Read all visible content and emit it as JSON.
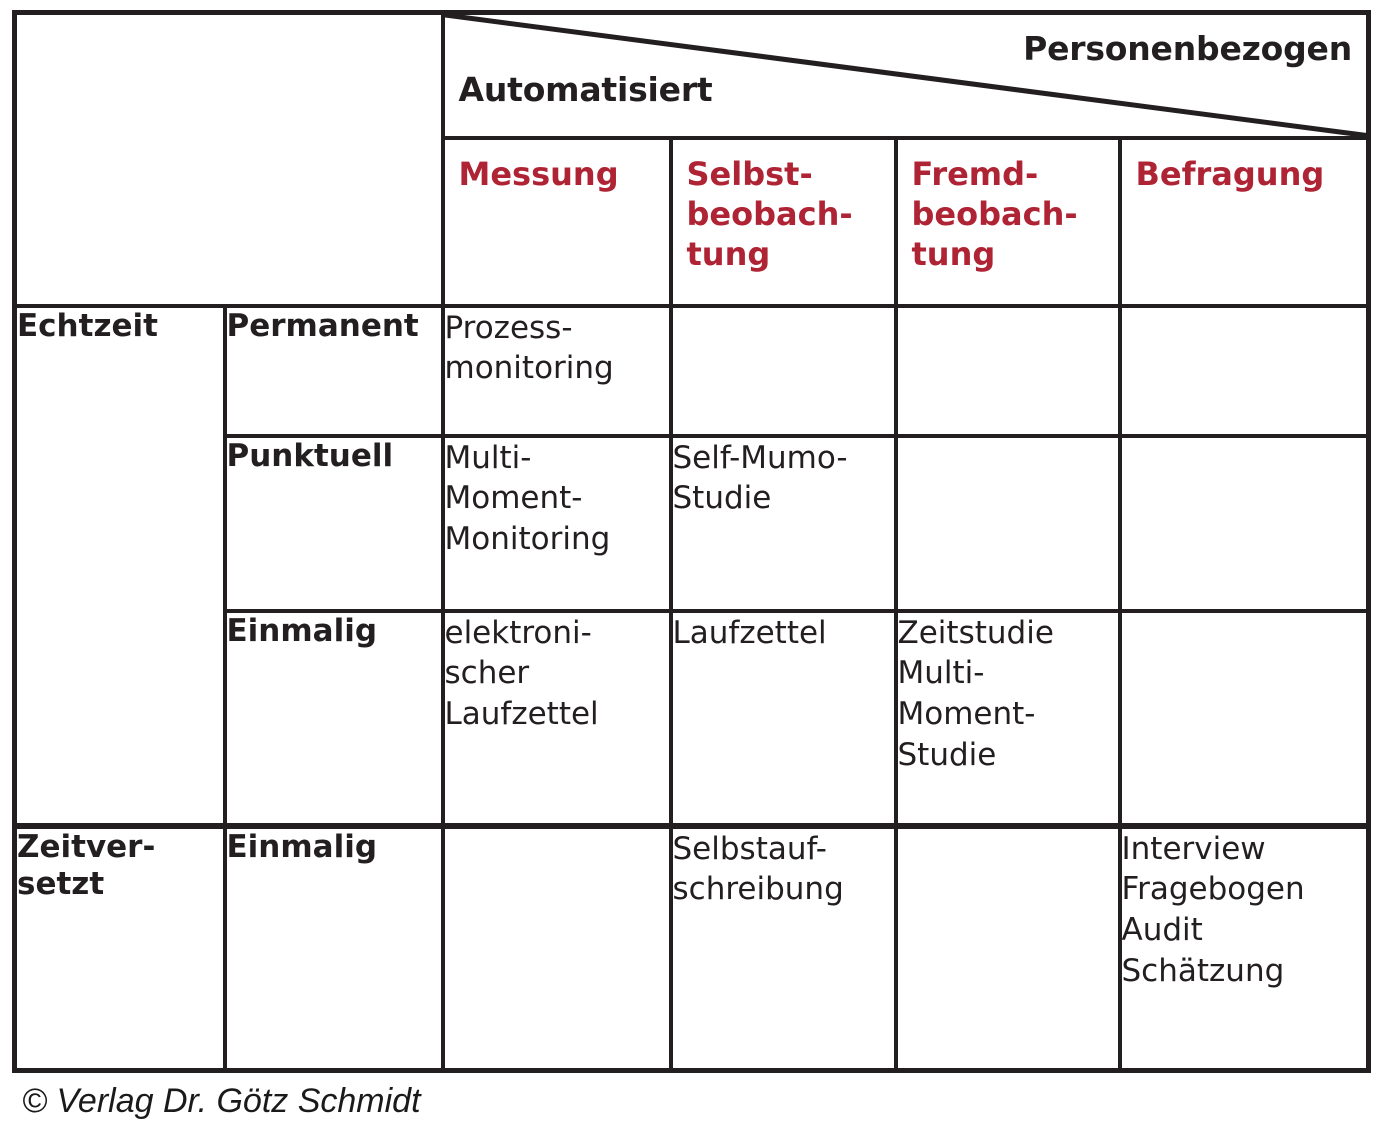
{
  "matrix": {
    "corner_header": {
      "axis_rows_label": "Automatisiert",
      "axis_cols_label": "Personenbezogen"
    },
    "accent_color": "#AF2434",
    "text_color": "#231f20",
    "columns": [
      {
        "key": "messung",
        "label": "Messung"
      },
      {
        "key": "selbstbeobachtung",
        "label": "Selbst-\nbeobach-\ntung"
      },
      {
        "key": "fremdbeobachtung",
        "label": "Fremd-\nbeobach-\ntung"
      },
      {
        "key": "befragung",
        "label": "Befragung"
      }
    ],
    "column_labels_lines": {
      "messung": [
        "Messung"
      ],
      "selbstbeobachtung": [
        "Selbst-",
        "beobach-",
        "tung"
      ],
      "fremdbeobachtung": [
        "Fremd-",
        "beobach-",
        "tung"
      ],
      "befragung": [
        "Befragung"
      ]
    },
    "row_groups": [
      {
        "key": "echtzeit",
        "label": "Echtzeit",
        "label_lines": [
          "Echtzeit"
        ],
        "rowspan": 3
      },
      {
        "key": "zeitversetzt",
        "label": "Zeitversetzt",
        "label_lines": [
          "Zeitver-",
          "setzt"
        ],
        "rowspan": 1
      }
    ],
    "rows": [
      {
        "group": "echtzeit",
        "subgroup": "Permanent",
        "cells": {
          "messung": [
            "Prozess-",
            "monitoring"
          ],
          "selbstbeobachtung": [],
          "fremdbeobachtung": [],
          "befragung": []
        }
      },
      {
        "group": "echtzeit",
        "subgroup": "Punktuell",
        "cells": {
          "messung": [
            "Multi-",
            "Moment-",
            "Monitoring"
          ],
          "selbstbeobachtung": [
            "Self-Mumo-",
            "Studie"
          ],
          "fremdbeobachtung": [],
          "befragung": []
        }
      },
      {
        "group": "echtzeit",
        "subgroup": "Einmalig",
        "cells": {
          "messung": [
            "elektroni-",
            "scher",
            "Laufzettel"
          ],
          "selbstbeobachtung": [
            "Laufzettel"
          ],
          "fremdbeobachtung": [
            "Zeitstudie",
            "Multi-",
            "Moment-",
            "Studie"
          ],
          "befragung": []
        }
      },
      {
        "group": "zeitversetzt",
        "subgroup": "Einmalig",
        "cells": {
          "messung": [],
          "selbstbeobachtung": [
            "Selbstauf-",
            "schreibung"
          ],
          "fremdbeobachtung": [],
          "befragung": [
            "Interview",
            "Fragebogen",
            "Audit",
            "Schätzung"
          ]
        }
      }
    ]
  },
  "footer": {
    "copyright": "© Verlag Dr. Götz Schmidt"
  }
}
